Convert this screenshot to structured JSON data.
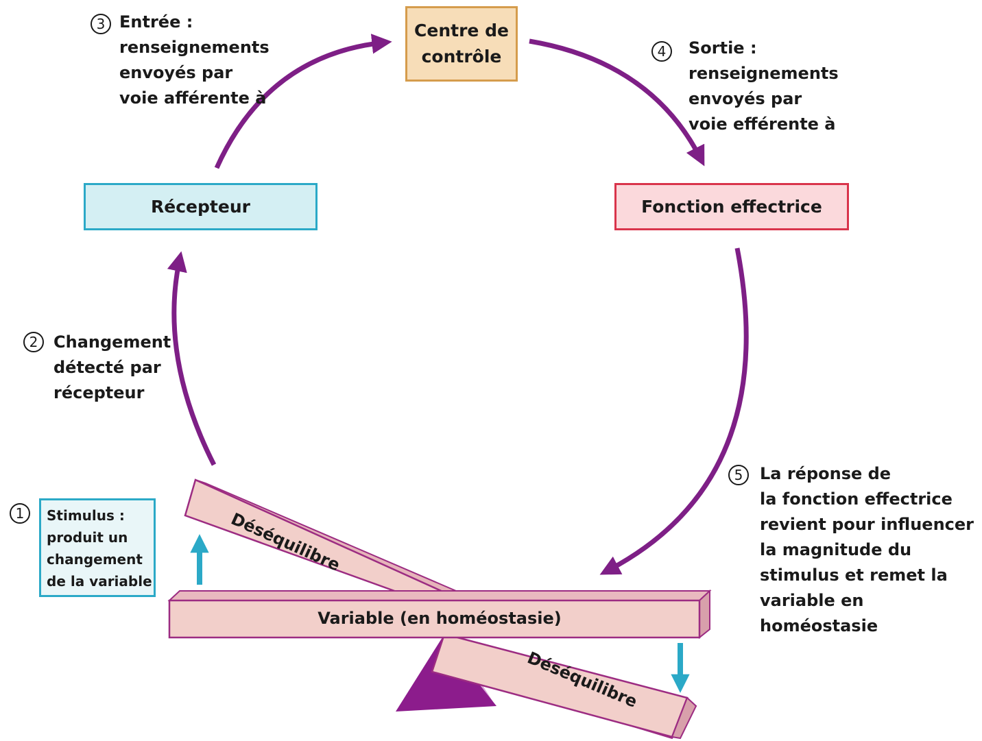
{
  "nodes": {
    "control_center": "Centre de\ncontrôle",
    "receptor": "Récepteur",
    "effector": "Fonction effectrice"
  },
  "steps": {
    "step1": {
      "number": "1",
      "text": "Stimulus :\nproduit un\nchangement\nde la variable"
    },
    "step2": {
      "number": "2",
      "text": "Changement\ndétecté par\nrécepteur"
    },
    "step3": {
      "number": "3",
      "text": "Entrée :\nrenseignements\nenvoyés par\nvoie afférente à"
    },
    "step4": {
      "number": "4",
      "text": "Sortie :\nrenseignements\nenvoyés par\nvoie efférente à"
    },
    "step5": {
      "number": "5",
      "text": "La réponse de\nla fonction effectrice\nrevient pour influencer\nla magnitude du\nstimulus et remet la\nvariable en homéostasie"
    }
  },
  "balance": {
    "variable_label": "Variable (en homéostasie)",
    "imbalance_upper_label": "Déséquilibre",
    "imbalance_lower_label": "Déséquilibre"
  },
  "colors": {
    "arrow_purple": "#7e1f86",
    "stimulus_arrow_cyan": "#2ba9c7",
    "beam_fill": "#f2cfca",
    "beam_stroke": "#9c2c82",
    "fulcrum": "#8c1c8c",
    "control_fill": "#f7ddb8",
    "control_border": "#d59c4c",
    "receptor_fill": "#d4eff3",
    "receptor_border": "#2ba9c7",
    "effector_fill": "#fbd9dc",
    "effector_border": "#d9344b"
  }
}
